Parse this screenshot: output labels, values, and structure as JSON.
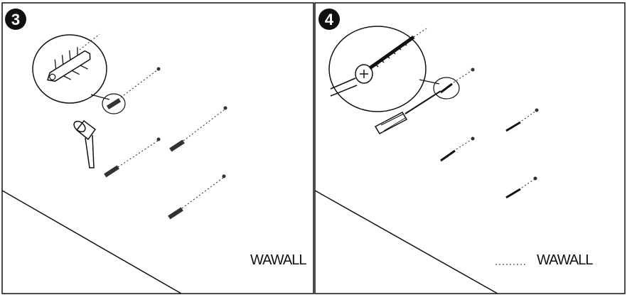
{
  "panels": [
    {
      "step": "3",
      "wall_label": "WAWALL"
    },
    {
      "step": "4",
      "wall_label": "WAWALL"
    }
  ],
  "colors": {
    "line": "#111111",
    "background": "#ffffff",
    "badge": "#111111"
  }
}
